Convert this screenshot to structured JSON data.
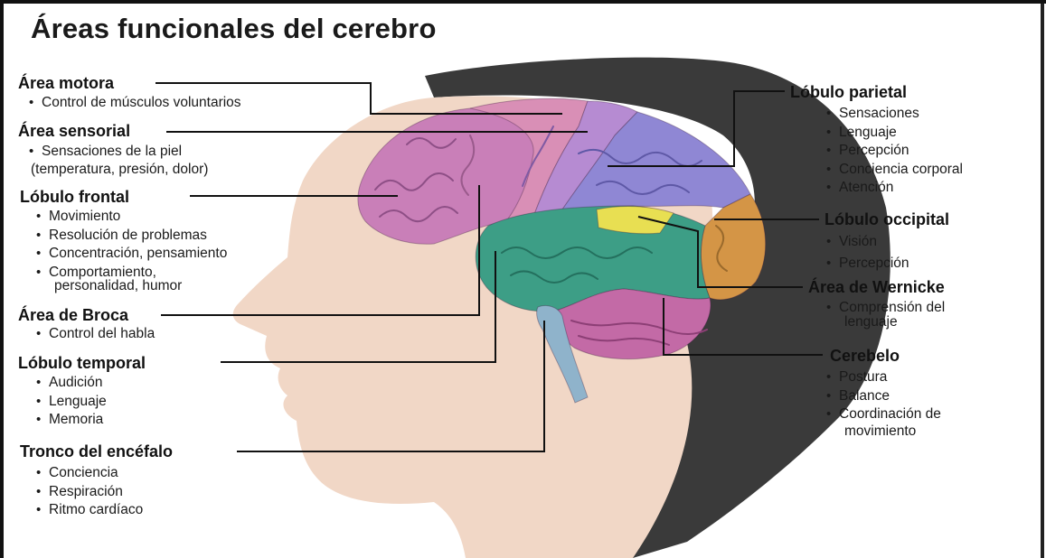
{
  "title": "Áreas funcionales del cerebro",
  "colors": {
    "frontal": "#c97fb8",
    "motor": "#d98fb6",
    "sensory": "#b68bd2",
    "parietal": "#8f87d4",
    "occipital": "#d49546",
    "temporal": "#3d9e86",
    "wernicke": "#e8df52",
    "cerebellum": "#c36aa6",
    "brainstem": "#8fb3cb",
    "hair": "#3a3a3a",
    "skin": "#f1d7c6",
    "leader_line": "#111111"
  },
  "left_labels": [
    {
      "key": "motora",
      "title": "Área motora",
      "items": [
        "Control de músculos voluntarios"
      ]
    },
    {
      "key": "sensorial",
      "title": "Área sensorial",
      "items": [
        "Sensaciones de la piel"
      ],
      "extra": "(temperatura, presión, dolor)"
    },
    {
      "key": "frontal",
      "title": "Lóbulo frontal",
      "items": [
        "Movimiento",
        "Resolución de problemas",
        "Concentración, pensamiento",
        "Comportamiento,"
      ],
      "extra": "personalidad, humor"
    },
    {
      "key": "broca",
      "title": "Área de Broca",
      "items": [
        "Control del habla"
      ]
    },
    {
      "key": "temporal",
      "title": "Lóbulo temporal",
      "items": [
        "Audición",
        "Lenguaje",
        "Memoria"
      ]
    },
    {
      "key": "tronco",
      "title": "Tronco del encéfalo",
      "items": [
        "Conciencia",
        "Respiración",
        "Ritmo cardíaco"
      ]
    }
  ],
  "right_labels": [
    {
      "key": "parietal",
      "title": "Lóbulo parietal",
      "items": [
        "Sensaciones",
        "Lenguaje",
        "Percepción",
        "Conciencia corporal",
        "Atención"
      ]
    },
    {
      "key": "occipital",
      "title": "Lóbulo occipital",
      "items": [
        "Visión",
        "Percepción"
      ]
    },
    {
      "key": "wernicke",
      "title": "Área de Wernicke",
      "items": [
        "Comprensión del"
      ],
      "extra": "lenguaje"
    },
    {
      "key": "cerebelo",
      "title": "Cerebelo",
      "items": [
        "Postura",
        "Balance",
        "Coordinación de"
      ],
      "extra": "movimiento"
    }
  ]
}
